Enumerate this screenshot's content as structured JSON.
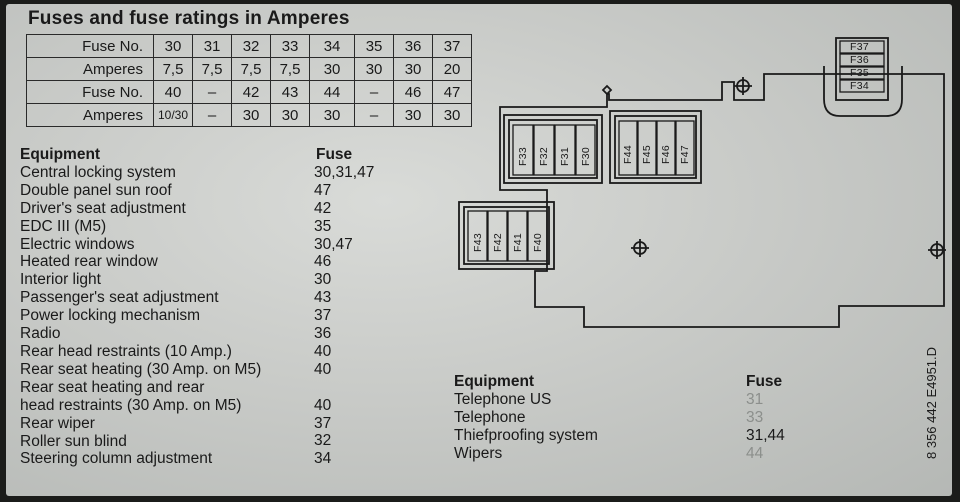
{
  "title": "Fuses and fuse ratings in Amperes",
  "ratings_table": {
    "rows": [
      {
        "label": "Fuse No.",
        "cells": [
          "30",
          "31",
          "32",
          "33",
          "34",
          "35",
          "36",
          "37"
        ]
      },
      {
        "label": "Amperes",
        "cells": [
          "7,5",
          "7,5",
          "7,5",
          "7,5",
          "30",
          "30",
          "30",
          "20"
        ]
      },
      {
        "label": "Fuse No.",
        "cells": [
          "40",
          "–",
          "42",
          "43",
          "44",
          "–",
          "46",
          "47"
        ]
      },
      {
        "label": "Amperes",
        "cells": [
          "10/30",
          "–",
          "30",
          "30",
          "30",
          "–",
          "30",
          "30"
        ]
      }
    ]
  },
  "equipment_list": {
    "header_equipment": "Equipment",
    "header_fuse": "Fuse",
    "items": [
      {
        "equipment": "Central locking system",
        "fuse": "30,31,47"
      },
      {
        "equipment": "Double panel sun roof",
        "fuse": "47"
      },
      {
        "equipment": "Driver's seat adjustment",
        "fuse": "42"
      },
      {
        "equipment": "EDC III (M5)",
        "fuse": "35"
      },
      {
        "equipment": "Electric windows",
        "fuse": "30,47"
      },
      {
        "equipment": "Heated rear window",
        "fuse": "46"
      },
      {
        "equipment": "Interior light",
        "fuse": "30"
      },
      {
        "equipment": "Passenger's seat adjustment",
        "fuse": "43"
      },
      {
        "equipment": "Power locking mechanism",
        "fuse": "37"
      },
      {
        "equipment": "Radio",
        "fuse": "36"
      },
      {
        "equipment": "Rear head restraints (10 Amp.)",
        "fuse": "40"
      },
      {
        "equipment": "Rear seat heating (30 Amp. on M5)",
        "fuse": "40"
      },
      {
        "equipment": "Rear seat heating and rear",
        "fuse": ""
      },
      {
        "equipment": "head restraints (30 Amp. on M5)",
        "fuse": "40"
      },
      {
        "equipment": "Rear wiper",
        "fuse": "37"
      },
      {
        "equipment": "Roller sun blind",
        "fuse": "32"
      },
      {
        "equipment": "Steering column adjustment",
        "fuse": "34"
      }
    ]
  },
  "equipment_list_2": {
    "header_equipment": "Equipment",
    "header_fuse": "Fuse",
    "items": [
      {
        "equipment": "Telephone US",
        "fuse": "31"
      },
      {
        "equipment": "Telephone",
        "fuse": "33"
      },
      {
        "equipment": "Thiefproofing system",
        "fuse": "31,44"
      },
      {
        "equipment": "Wipers",
        "fuse": "44"
      }
    ]
  },
  "diagram": {
    "group_a": [
      "F33",
      "F32",
      "F31",
      "F30"
    ],
    "group_b": [
      "F44",
      "F45",
      "F46",
      "F47"
    ],
    "group_c": [
      "F43",
      "F42",
      "F41",
      "F40"
    ],
    "group_d": [
      "F37",
      "F36",
      "F35",
      "F34"
    ]
  },
  "part_number": "8 356 442 E4951.D",
  "colors": {
    "label_bg": "#c9cbc8",
    "ink": "#1a1a1a",
    "background": "#1b1c1a"
  }
}
